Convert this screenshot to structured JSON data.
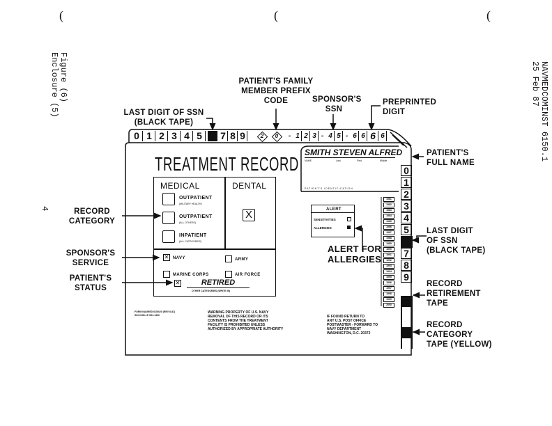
{
  "margin": {
    "paren_marks": [
      "(",
      "(",
      "("
    ],
    "left_rotated": [
      "Figure (6)",
      "Enclosure (5)"
    ],
    "right_rotated": [
      "NAVMEDCOMINST 6150.1",
      "25 Feb 87"
    ],
    "page_number": "4"
  },
  "callouts": {
    "last_digit_top": [
      "LAST DIGIT OF SSN",
      "(BLACK TAPE)"
    ],
    "family_prefix": [
      "PATIENT'S FAMILY",
      "MEMBER PREFIX",
      "CODE"
    ],
    "sponsor_ssn": [
      "SPONSOR'S",
      "SSN"
    ],
    "preprinted": [
      "PREPRINTED",
      "DIGIT"
    ],
    "full_name": [
      "PATIENT'S",
      "FULL NAME"
    ],
    "record_category": [
      "RECORD",
      "CATEGORY"
    ],
    "sponsor_service": [
      "SPONSOR'S",
      "SERVICE"
    ],
    "patient_status": [
      "PATIENT'S",
      "STATUS"
    ],
    "alert_allergies": [
      "ALERT FOR",
      "ALLERGIES"
    ],
    "last_digit_side": [
      "LAST DIGIT",
      "OF SSN",
      "(BLACK TAPE)"
    ],
    "retirement": [
      "RECORD",
      "RETIREMENT",
      "TAPE"
    ],
    "category_tape": [
      "RECORD",
      "CATEGORY",
      "TAPE (YELLOW)"
    ]
  },
  "card": {
    "top_digits": [
      "0",
      "1",
      "2",
      "3",
      "4",
      "5",
      "",
      "7",
      "8",
      "9"
    ],
    "prefix_code": [
      "2",
      "0"
    ],
    "ssn_chars": [
      "-",
      "1",
      "2",
      "3",
      "-",
      "4",
      "5",
      "-",
      "6",
      "6",
      "6",
      "6"
    ],
    "title": "TREATMENT RECORD",
    "name": {
      "value": "SMITH  STEVEN  ALFRED",
      "fields": [
        "NAME",
        "Last",
        "First",
        "Middle"
      ],
      "fine_line": "PATIENT'S IDENTIFICATION"
    },
    "medical": {
      "heading": "MEDICAL",
      "options": [
        {
          "label": "OUTPATIENT",
          "sub": "(MILITARY HEALTH)"
        },
        {
          "label": "OUTPATIENT",
          "sub": "(ALL OTHERS)"
        },
        {
          "label": "INPATIENT",
          "sub": "(ALL CATEGORIES)"
        }
      ]
    },
    "dental": {
      "heading": "DENTAL",
      "mark": "X"
    },
    "service": {
      "options": [
        {
          "label": "NAVY",
          "checked": true
        },
        {
          "label": "ARMY",
          "checked": false
        },
        {
          "label": "MARINE CORPS",
          "checked": false
        },
        {
          "label": "AIR FORCE",
          "checked": false
        }
      ],
      "status_value": "RETIRED",
      "status_caption": "OTHER CATEGORIES (WRITE IN)"
    },
    "alert": {
      "heading": "ALERT",
      "items": [
        "SENSITIVITIES",
        "ALLERGIES"
      ]
    },
    "years": [
      "1981",
      "1982",
      "1983",
      "1984",
      "1985",
      "1986",
      "1987",
      "1988",
      "1989",
      "1990",
      "1991",
      "1992",
      "1993",
      "1994",
      "1995",
      "1996",
      "1997",
      "1998",
      "1999",
      "2000"
    ],
    "side_digits": [
      "0",
      "1",
      "2",
      "3",
      "4",
      "5",
      "",
      "7",
      "8",
      "9"
    ],
    "form_number": [
      "FORM NAVMED 6150/20 (REV 6-81)",
      "S/N 0105-LF-061-1400"
    ],
    "warning": [
      "WARNING  PROPERTY OF U.S. NAVY",
      "REMOVAL OF THIS RECORD OR ITS",
      "CONTENTS FROM THE TREATMENT",
      "FACILITY IS PROHIBITED UNLESS",
      "AUTHORIZED BY APPROPRIATE AUTHORITY"
    ],
    "return": [
      "IF FOUND RETURN TO",
      "ANY U.S. POST OFFICE",
      "POSTMASTER - FORWARD TO",
      "NAVY DEPARTMENT",
      "WASHINGTON, D.C. 20372"
    ]
  }
}
